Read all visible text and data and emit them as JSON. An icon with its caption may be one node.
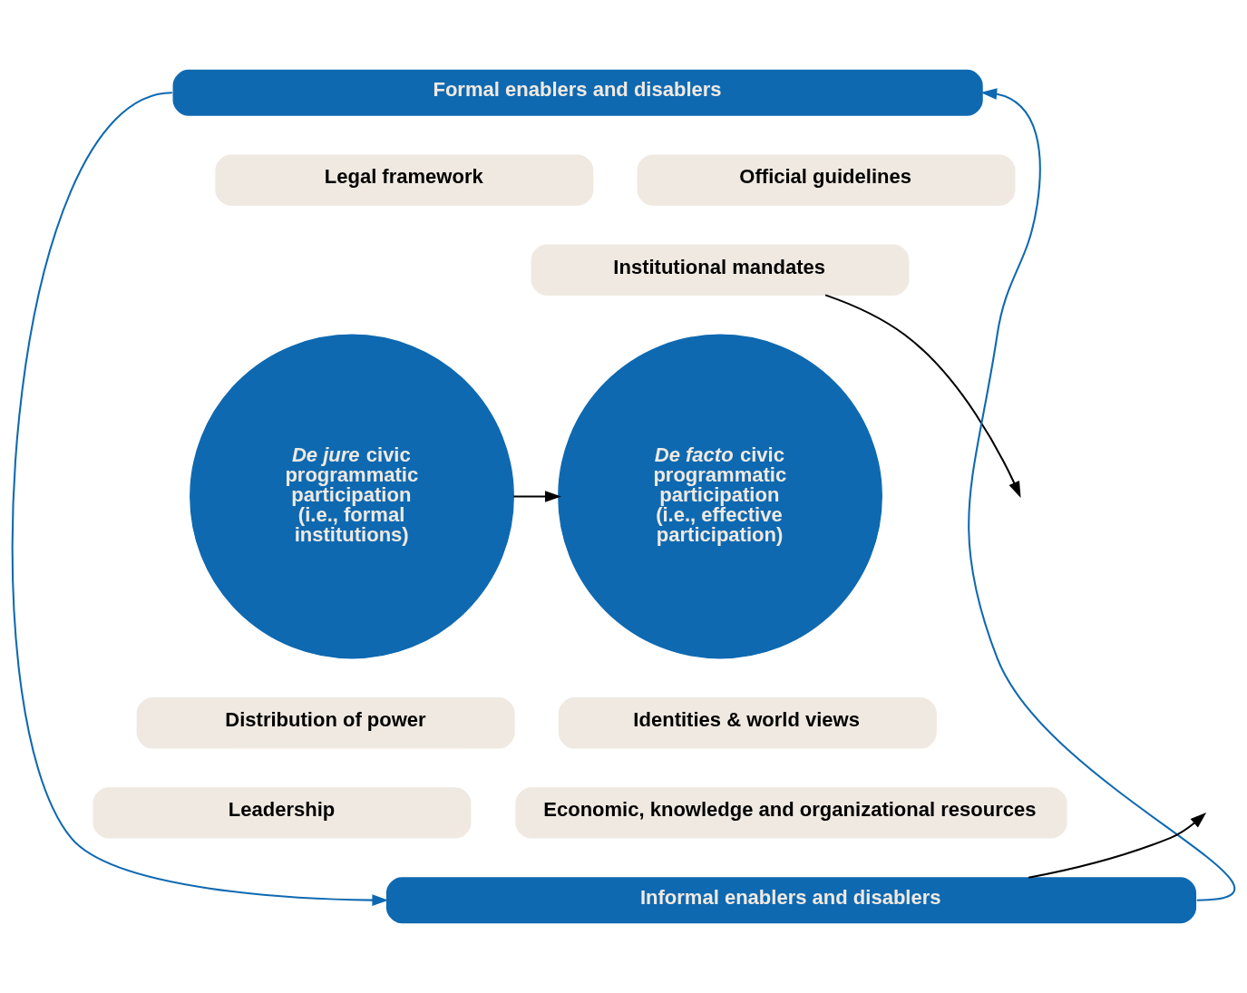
{
  "diagram": {
    "nodes": [
      {
        "text": [
          "Formal enablers and disablers"
        ]
      },
      {
        "text": [
          "Legal framework"
        ]
      },
      {
        "text": [
          "Official guidelines"
        ]
      },
      {
        "text": [
          "Institutional mandates"
        ]
      },
      {
        "text": [
          "*De jure* civic programmatic participation",
          "(i.e., formal institutions)"
        ]
      },
      {
        "text": [
          "*De facto* civic programmatic participation",
          "(i.e., effective participation)"
        ]
      },
      {
        "text": [
          "Distribution of power"
        ]
      },
      {
        "text": [
          "Identities & world views"
        ]
      },
      {
        "text": [
          "Economic, knowledge and organizational resources"
        ]
      },
      {
        "text": [
          "Leadership"
        ]
      },
      {
        "text": [
          "Informal enablers and disablers"
        ]
      }
    ],
    "edges": [
      {
        "from": 0,
        "to": 10,
        "arrow": "to",
        "color": "#0e69b1"
      },
      {
        "from": 10,
        "to": 0,
        "arrow": "to",
        "color": "#0e69b1"
      },
      {
        "from": 3,
        "to": null,
        "arrow": "to"
      },
      {
        "from": 4,
        "to": 5,
        "arrow": "to"
      },
      {
        "from": 10,
        "to": null,
        "arrow": "to"
      }
    ]
  }
}
